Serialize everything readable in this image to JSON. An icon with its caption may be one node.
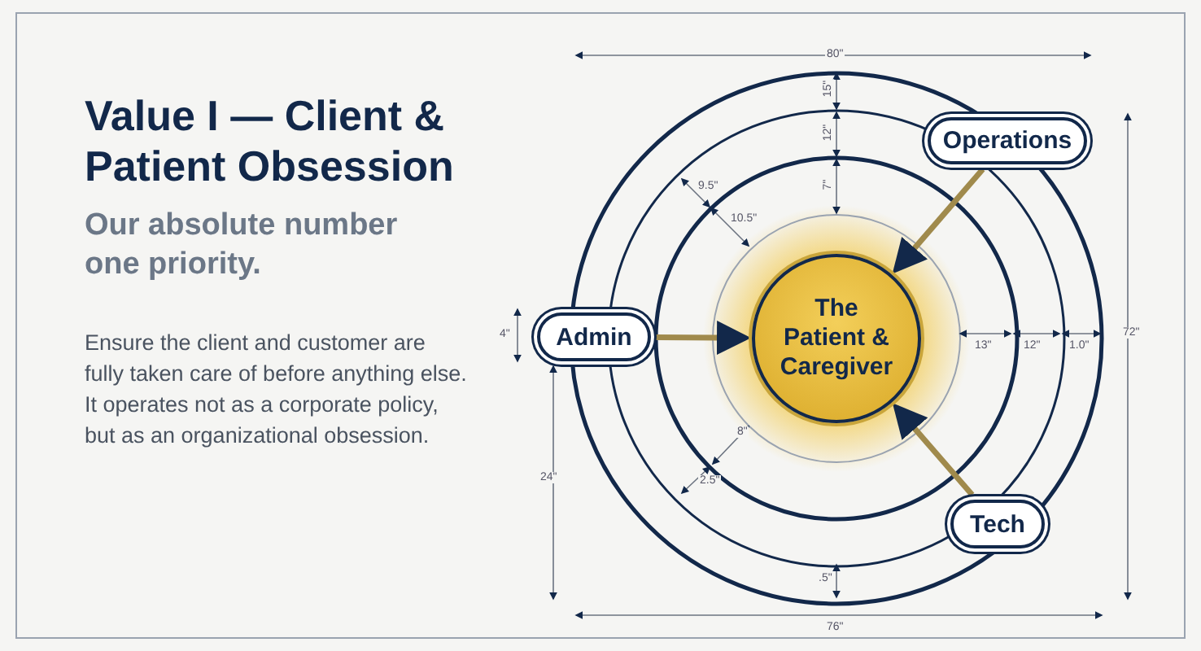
{
  "diagram": {
    "title": "Value I — Client & Patient Obsession",
    "nodes": [
      {
        "text": [
          "The Patient & Caregiver"
        ]
      },
      {
        "text": [
          "Operations"
        ]
      },
      {
        "text": [
          "Admin"
        ]
      },
      {
        "text": [
          "Tech"
        ]
      }
    ],
    "edges": [
      {
        "from": 1,
        "to": 0,
        "arrow": "to"
      },
      {
        "from": 2,
        "to": 0,
        "arrow": "to"
      },
      {
        "from": 3,
        "to": 0,
        "arrow": "to"
      }
    ],
    "labels": [
      "Our absolute number one priority.",
      "Ensure the client and customer are fully taken care of before anything else. It operates not as a corporate policy, but as an organizational obsession.",
      "80\"",
      "15\"",
      "12\"",
      "7\"",
      "9.5\"",
      "10.5\"",
      "4\"",
      "13\"",
      "12\"",
      "1.0\"",
      "72\"",
      "8\"",
      "2.5\"",
      "24\"",
      ".5\"",
      "76\""
    ]
  }
}
